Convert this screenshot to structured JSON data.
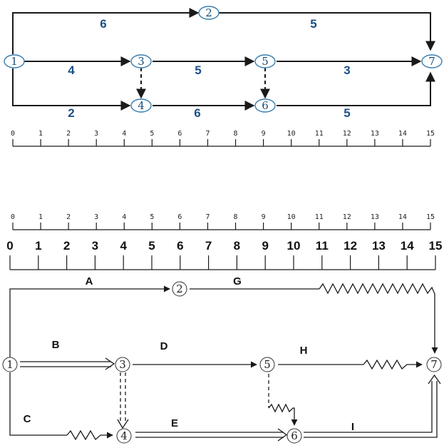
{
  "top_diagram": {
    "nodes": [
      "1",
      "2",
      "3",
      "4",
      "5",
      "6",
      "7"
    ],
    "durations": {
      "e1_2": "6",
      "e2_7": "5",
      "e1_3": "4",
      "e3_5": "5",
      "e5_7": "3",
      "e1_4": "2",
      "e4_6": "6",
      "e6_7": "5"
    }
  },
  "scale_small": [
    "0",
    "1",
    "2",
    "3",
    "4",
    "5",
    "6",
    "7",
    "8",
    "9",
    "10",
    "11",
    "12",
    "13",
    "14",
    "15"
  ],
  "scale_small_2": [
    "0",
    "1",
    "2",
    "3",
    "4",
    "5",
    "6",
    "7",
    "8",
    "9",
    "10",
    "11",
    "12",
    "13",
    "14",
    "15"
  ],
  "scale_large": [
    "0",
    "1",
    "2",
    "3",
    "4",
    "5",
    "6",
    "7",
    "8",
    "9",
    "10",
    "11",
    "12",
    "13",
    "14",
    "15"
  ],
  "bottom_diagram": {
    "nodes": [
      "1",
      "2",
      "3",
      "4",
      "5",
      "6",
      "7"
    ],
    "activities": {
      "A": "A",
      "G": "G",
      "B": "B",
      "D": "D",
      "H": "H",
      "C": "C",
      "E": "E",
      "I": "I"
    }
  }
}
